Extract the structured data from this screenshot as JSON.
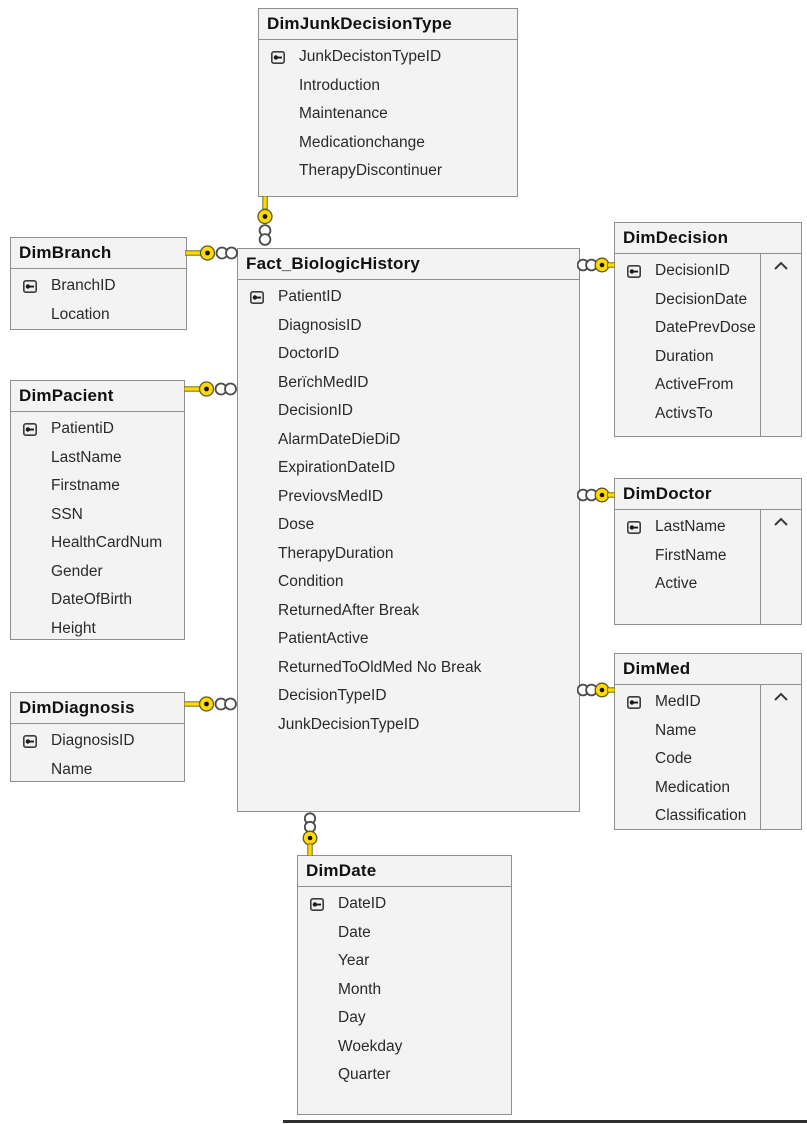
{
  "diagram": {
    "title": "Biologic History star schema diagram",
    "colors": {
      "key_accent": "#ffd900",
      "table_background": "#f3f3f3",
      "table_border": "#8f8f8f",
      "text": "#2a2a2a"
    },
    "icons": {
      "primary_key": "key-icon",
      "scroll_up": "chevron-up-icon",
      "one_side": "yellow-key-glyph",
      "many_side": "infinity-glyph"
    },
    "tables": {
      "junk": {
        "name": "DimJunkDecisionType",
        "fields": [
          {
            "label": "JunkDecistonTypeID",
            "pk": true
          },
          {
            "label": "Introduction"
          },
          {
            "label": "Maintenance"
          },
          {
            "label": "Medicationchange"
          },
          {
            "label": "TherapyDiscontinuer"
          }
        ]
      },
      "branch": {
        "name": "DimBranch",
        "fields": [
          {
            "label": "BranchID",
            "pk": true
          },
          {
            "label": "Location"
          }
        ]
      },
      "pacient": {
        "name": "DimPacient",
        "fields": [
          {
            "label": "PatientiD",
            "pk": true
          },
          {
            "label": "LastName"
          },
          {
            "label": "Firstname"
          },
          {
            "label": "SSN"
          },
          {
            "label": "HealthCardNum"
          },
          {
            "label": "Gender"
          },
          {
            "label": "DateOfBirth"
          },
          {
            "label": "Height"
          }
        ]
      },
      "diagnosis": {
        "name": "DimDiagnosis",
        "fields": [
          {
            "label": "DiagnosisID",
            "pk": true
          },
          {
            "label": "Name"
          }
        ]
      },
      "fact": {
        "name": "Fact_BiologicHistory",
        "fields": [
          {
            "label": "PatientID",
            "pk": true
          },
          {
            "label": "DiagnosisID"
          },
          {
            "label": "DoctorID"
          },
          {
            "label": "BerïchMedID"
          },
          {
            "label": "DecisionID"
          },
          {
            "label": "AlarmDateDieDiD"
          },
          {
            "label": "ExpirationDateID"
          },
          {
            "label": "PreviovsMedID"
          },
          {
            "label": "Dose"
          },
          {
            "label": "TherapyDuration"
          },
          {
            "label": "Condition"
          },
          {
            "label": "ReturnedAfter Break"
          },
          {
            "label": "PatientActive"
          },
          {
            "label": "ReturnedToOldMed No Break"
          },
          {
            "label": "DecisionTypeID"
          },
          {
            "label": "JunkDecisionTypeID"
          }
        ]
      },
      "decision": {
        "name": "DimDecision",
        "scrollbar": true,
        "fields": [
          {
            "label": "DecisionID",
            "pk": true
          },
          {
            "label": "DecisionDate"
          },
          {
            "label": "DatePrevDose"
          },
          {
            "label": "Duration"
          },
          {
            "label": "ActiveFrom"
          },
          {
            "label": "ActivsTo"
          }
        ]
      },
      "doctor": {
        "name": "DimDoctor",
        "scrollbar": true,
        "fields": [
          {
            "label": "LastName",
            "pk": true
          },
          {
            "label": "FirstName"
          },
          {
            "label": "Active"
          }
        ]
      },
      "med": {
        "name": "DimMed",
        "scrollbar": true,
        "fields": [
          {
            "label": "MedID",
            "pk": true
          },
          {
            "label": "Name"
          },
          {
            "label": "Code"
          },
          {
            "label": "Medication"
          },
          {
            "label": "Classification"
          }
        ]
      },
      "date": {
        "name": "DimDate",
        "fields": [
          {
            "label": "DateID",
            "pk": true
          },
          {
            "label": "Date"
          },
          {
            "label": "Year"
          },
          {
            "label": "Month"
          },
          {
            "label": "Day"
          },
          {
            "label": "Woekday"
          },
          {
            "label": "Quarter"
          }
        ]
      }
    },
    "relationships": [
      {
        "from": "DimJunkDecisionType",
        "to": "Fact_BiologicHistory",
        "type": "one-to-many",
        "key_side": "DimJunkDecisionType"
      },
      {
        "from": "DimBranch",
        "to": "Fact_BiologicHistory",
        "type": "one-to-many",
        "key_side": "DimBranch"
      },
      {
        "from": "DimPacient",
        "to": "Fact_BiologicHistory",
        "type": "one-to-many",
        "key_side": "DimPacient"
      },
      {
        "from": "DimDiagnosis",
        "to": "Fact_BiologicHistory",
        "type": "one-to-many",
        "key_side": "DimDiagnosis"
      },
      {
        "from": "DimDecision",
        "to": "Fact_BiologicHistory",
        "type": "one-to-many",
        "key_side": "DimDecision"
      },
      {
        "from": "DimDoctor",
        "to": "Fact_BiologicHistory",
        "type": "one-to-many",
        "key_side": "DimDoctor"
      },
      {
        "from": "DimMed",
        "to": "Fact_BiologicHistory",
        "type": "one-to-many",
        "key_side": "DimMed"
      },
      {
        "from": "DimDate",
        "to": "Fact_BiologicHistory",
        "type": "one-to-many",
        "key_side": "DimDate"
      }
    ]
  }
}
